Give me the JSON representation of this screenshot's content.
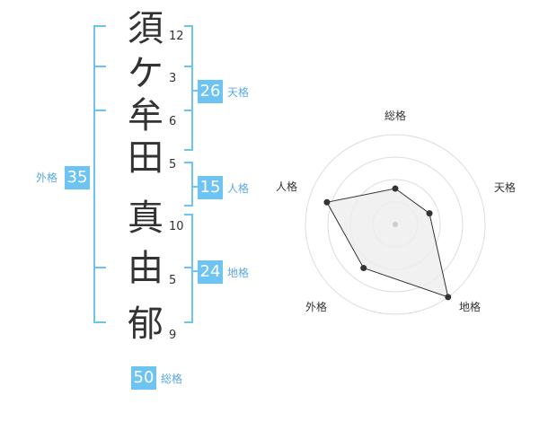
{
  "name": {
    "chars": [
      {
        "char": "須",
        "strokes": "12"
      },
      {
        "char": "ケ",
        "strokes": "3"
      },
      {
        "char": "牟",
        "strokes": "6"
      },
      {
        "char": "田",
        "strokes": "5"
      },
      {
        "char": "真",
        "strokes": "10"
      },
      {
        "char": "由",
        "strokes": "5"
      },
      {
        "char": "郁",
        "strokes": "9"
      }
    ]
  },
  "fortune": {
    "tenkaku": {
      "value": "26",
      "label": "天格"
    },
    "jinkaku": {
      "value": "15",
      "label": "人格"
    },
    "chikaku": {
      "value": "24",
      "label": "地格"
    },
    "gaikaku": {
      "value": "35",
      "label": "外格"
    },
    "soukaku": {
      "value": "50",
      "label": "総格"
    }
  },
  "chart_data": {
    "type": "radar",
    "axes": [
      "総格",
      "天格",
      "地格",
      "外格",
      "人格"
    ],
    "values": [
      2,
      2,
      5,
      3,
      4
    ],
    "max": 5,
    "rings": 4,
    "colors": {
      "fill": "#eeeeee",
      "stroke": "#333333",
      "ring": "#dddddd"
    }
  }
}
